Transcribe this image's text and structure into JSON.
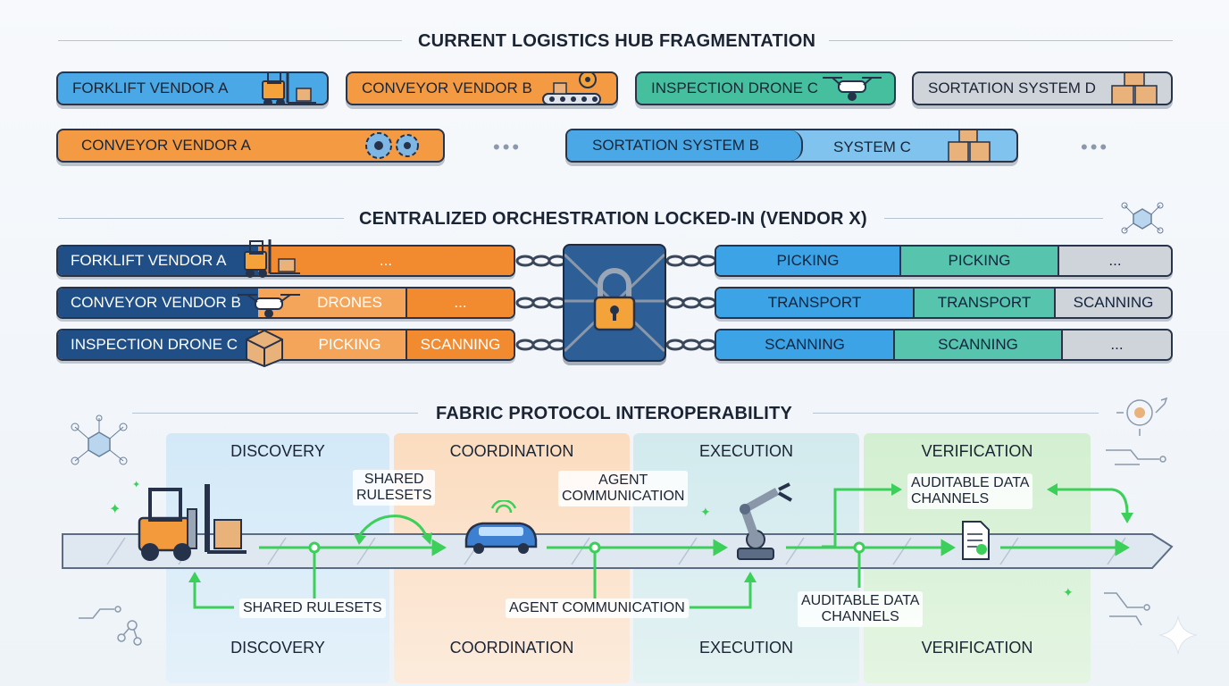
{
  "fragmentation": {
    "title": "CURRENT LOGISTICS HUB FRAGMENTATION",
    "row1": [
      {
        "label": "FORKLIFT VENDOR A",
        "icon": "forklift-icon"
      },
      {
        "label": "CONVEYOR VENDOR B",
        "icon": "conveyor-icon"
      },
      {
        "label": "INSPECTION DRONE C",
        "icon": "drone-icon"
      },
      {
        "label": "SORTATION SYSTEM D",
        "icon": "boxes-icon"
      }
    ],
    "row2": [
      {
        "label": "CONVEYOR VENDOR A",
        "icon": "gears-icon"
      },
      {
        "label": "SORTATION SYSTEM B"
      },
      {
        "label": "SYSTEM C",
        "icon": "boxes-icon"
      }
    ],
    "ellipsis": "•••"
  },
  "centralized": {
    "title": "CENTRALIZED ORCHESTRATION LOCKED-IN (VENDOR X)",
    "left_rows": [
      {
        "vendor": "FORKLIFT VENDOR A",
        "icon": "forklift-icon",
        "segments": [
          "..."
        ]
      },
      {
        "vendor": "CONVEYOR VENDOR B",
        "icon": "drone-icon",
        "segments": [
          "DRONES",
          "..."
        ]
      },
      {
        "vendor": "INSPECTION DRONE C",
        "icon": "box-icon",
        "segments": [
          "PICKING",
          "SCANNING"
        ]
      }
    ],
    "right_rows": [
      [
        "PICKING",
        "PICKING",
        "..."
      ],
      [
        "TRANSPORT",
        "TRANSPORT",
        "SCANNING"
      ],
      [
        "SCANNING",
        "SCANNING",
        "..."
      ]
    ],
    "center_icon": "padlock-icon"
  },
  "fabric": {
    "title": "FABRIC PROTOCOL INTEROPERABILITY",
    "lanes": [
      "DISCOVERY",
      "COORDINATION",
      "EXECUTION",
      "VERIFICATION"
    ],
    "labels": {
      "shared_rulesets_top": "SHARED\nRULESETS",
      "agent_comm_top": "AGENT\nCOMMUNICATION",
      "auditable_top": "AUDITABLE DATA\nCHANNELS",
      "shared_rulesets_bottom": "SHARED RULESETS",
      "agent_comm_bottom": "AGENT COMMUNICATION",
      "auditable_bottom": "AUDITABLE DATA\nCHANNELS"
    },
    "colors": {
      "discovery": "#cfe6f7",
      "coordination": "#fbe0c6",
      "execution": "#d6ecef",
      "verification": "#d8f0d6",
      "flow": "#3ccf5a"
    }
  }
}
